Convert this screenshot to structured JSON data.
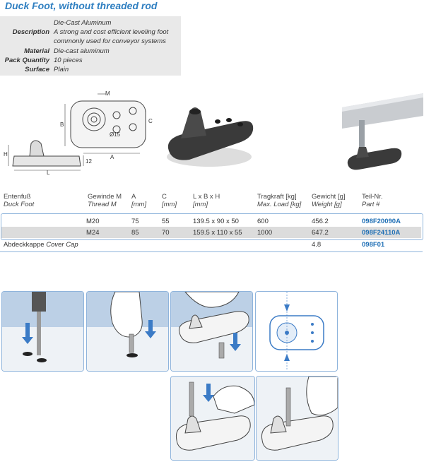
{
  "title": "Duck Foot, without threaded rod",
  "specs": [
    {
      "label": "",
      "value": "Die-Cast Aluminum"
    },
    {
      "label": "Description",
      "value": "A strong and cost efficient leveling foot"
    },
    {
      "label": "",
      "value": "commonly used for conveyor systems"
    },
    {
      "label": "Material",
      "value": "Die-cast aluminum"
    },
    {
      "label": "Pack Quantity",
      "value": "10 pieces"
    },
    {
      "label": "Surface",
      "value": "Plain"
    }
  ],
  "drawing": {
    "dim_m": "M",
    "dim_b": "B",
    "dim_c": "C",
    "dim_a": "A",
    "dim_h": "H",
    "dim_l": "L",
    "dim_12": "12",
    "dim_d15": "Ø15"
  },
  "table": {
    "headers": [
      {
        "de": "Entenfuß",
        "en": "Duck Foot"
      },
      {
        "de": "Gewinde M",
        "en": "Thread M"
      },
      {
        "de": "A",
        "en": "[mm]"
      },
      {
        "de": "C",
        "en": "[mm]"
      },
      {
        "de": "L x B x H",
        "en": "[mm]"
      },
      {
        "de": "Tragkraft [kg]",
        "en": "Max. Load [kg]"
      },
      {
        "de": "Gewicht [g]",
        "en": "Weight [g]"
      },
      {
        "de": "Teil-Nr.",
        "en": "Part #"
      }
    ],
    "rows": [
      {
        "thread": "M20",
        "a": "75",
        "c": "55",
        "dims": "139.5 x 90 x 50",
        "load": "600",
        "weight": "456.2",
        "part": "098F20090A"
      },
      {
        "thread": "M24",
        "a": "85",
        "c": "70",
        "dims": "159.5 x 110 x 55",
        "load": "1000",
        "weight": "647.2",
        "part": "098F24110A"
      }
    ],
    "cap": {
      "de": "Abdeckkappe",
      "en": "Cover Cap",
      "weight": "4.8",
      "part": "098F01"
    }
  },
  "colors": {
    "accent": "#2f7fc1",
    "part": "#1f6fb5",
    "border": "#8fb4dc"
  }
}
